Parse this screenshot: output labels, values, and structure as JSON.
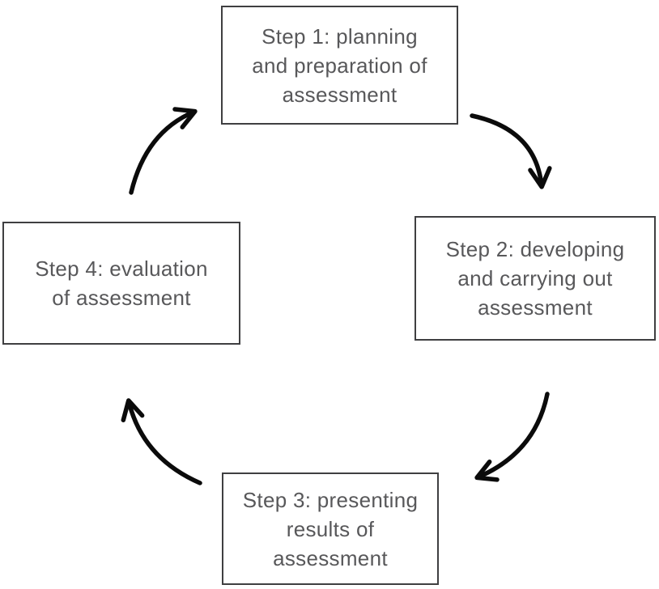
{
  "diagram": {
    "type": "cycle",
    "direction": "clockwise",
    "steps": [
      {
        "id": "step-1",
        "position": "top",
        "lines": [
          "Step 1: planning",
          "and preparation of",
          "assessment"
        ]
      },
      {
        "id": "step-2",
        "position": "right",
        "lines": [
          "Step 2: developing",
          "and carrying out",
          "assessment"
        ]
      },
      {
        "id": "step-3",
        "position": "bottom",
        "lines": [
          "Step 3: presenting",
          "results of",
          "assessment"
        ]
      },
      {
        "id": "step-4",
        "position": "left",
        "lines": [
          "Step 4: evaluation",
          "of assessment"
        ]
      }
    ],
    "arrows": [
      {
        "from": "step-1",
        "to": "step-2",
        "quadrant": "top-right"
      },
      {
        "from": "step-2",
        "to": "step-3",
        "quadrant": "bottom-right"
      },
      {
        "from": "step-3",
        "to": "step-4",
        "quadrant": "bottom-left"
      },
      {
        "from": "step-4",
        "to": "step-1",
        "quadrant": "top-left"
      }
    ],
    "colors": {
      "background": "#ffffff",
      "box_border": "#3f3f41",
      "box_fill": "#ffffff",
      "text": "#58585a",
      "arrow": "#0b0b0b"
    }
  }
}
